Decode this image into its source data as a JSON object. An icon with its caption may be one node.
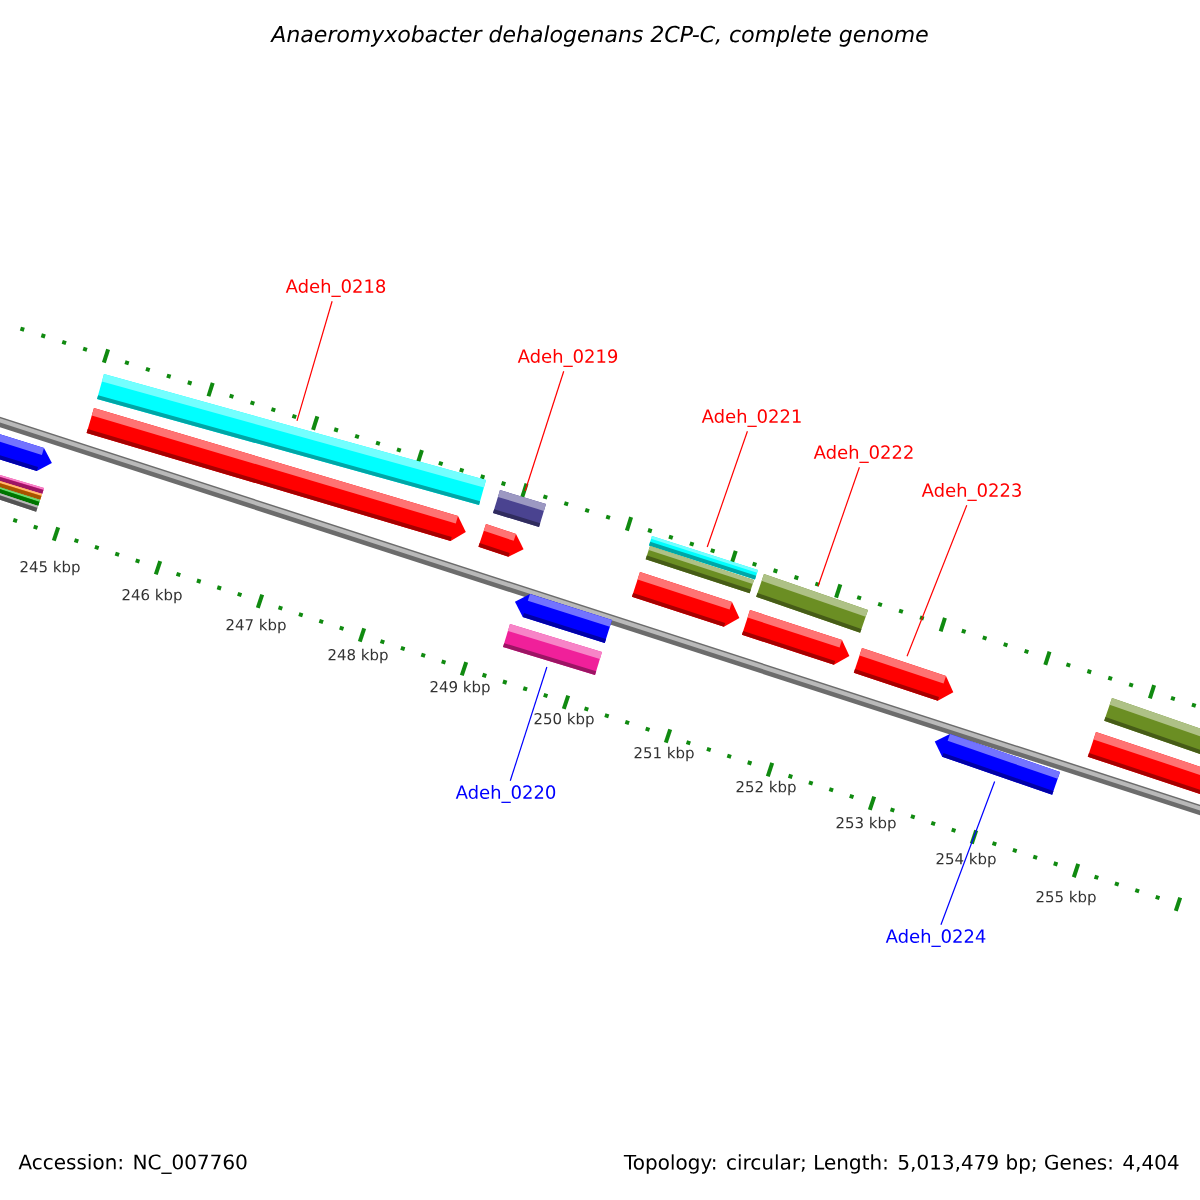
{
  "diagram": {
    "title": "Anaeromyxobacter dehalogenans 2CP-C, complete genome",
    "nodes": [
      {
        "text": [
          "Adeh_0218"
        ]
      },
      {
        "text": [],
        "shape": "bar"
      },
      {
        "text": [
          "Adeh_0219"
        ]
      },
      {
        "text": [],
        "shape": "bar"
      },
      {
        "text": [
          "Adeh_0221"
        ]
      },
      {
        "text": [],
        "shape": "bar"
      },
      {
        "text": [
          "Adeh_0222"
        ]
      },
      {
        "text": [],
        "shape": "bar"
      },
      {
        "text": [
          "Adeh_0223"
        ]
      },
      {
        "text": [],
        "shape": "arrow"
      },
      {
        "text": [],
        "shape": "bar"
      },
      {
        "text": [
          "Adeh_0220"
        ]
      },
      {
        "text": [],
        "shape": "arrow"
      },
      {
        "text": [
          "Adeh_0224"
        ]
      },
      {
        "text": [],
        "shape": "arrow"
      },
      {
        "text": [],
        "shape": "arrow"
      },
      {
        "text": [],
        "shape": "arrow"
      },
      {
        "text": [],
        "shape": "arrow"
      },
      {
        "text": [],
        "shape": "bar"
      },
      {
        "text": [],
        "shape": "arrow"
      },
      {
        "text": [],
        "shape": "arrow"
      },
      {
        "text": [],
        "shape": "bar"
      },
      {
        "text": [],
        "shape": "bar"
      }
    ],
    "edges": [
      {
        "from": 0,
        "to": 1,
        "arrow": "none"
      },
      {
        "from": 2,
        "to": 3,
        "arrow": "none"
      },
      {
        "from": 4,
        "to": 5,
        "arrow": "none"
      },
      {
        "from": 6,
        "to": 7,
        "arrow": "none"
      },
      {
        "from": 8,
        "to": 9,
        "arrow": "none"
      },
      {
        "from": 11,
        "to": 10,
        "arrow": "none",
        "color": "#0000ff"
      },
      {
        "from": 13,
        "to": 12,
        "arrow": "none",
        "color": "#0000ff"
      }
    ],
    "labels": [
      "245 kbp",
      "246 kbp",
      "247 kbp",
      "248 kbp",
      "249 kbp",
      "250 kbp",
      "251 kbp",
      "252 kbp",
      "253 kbp",
      "254 kbp",
      "255 kbp",
      "Accession: NC_007760",
      "Topology: circular; Length: 5,013,479 bp; Genes: 4,404"
    ]
  }
}
